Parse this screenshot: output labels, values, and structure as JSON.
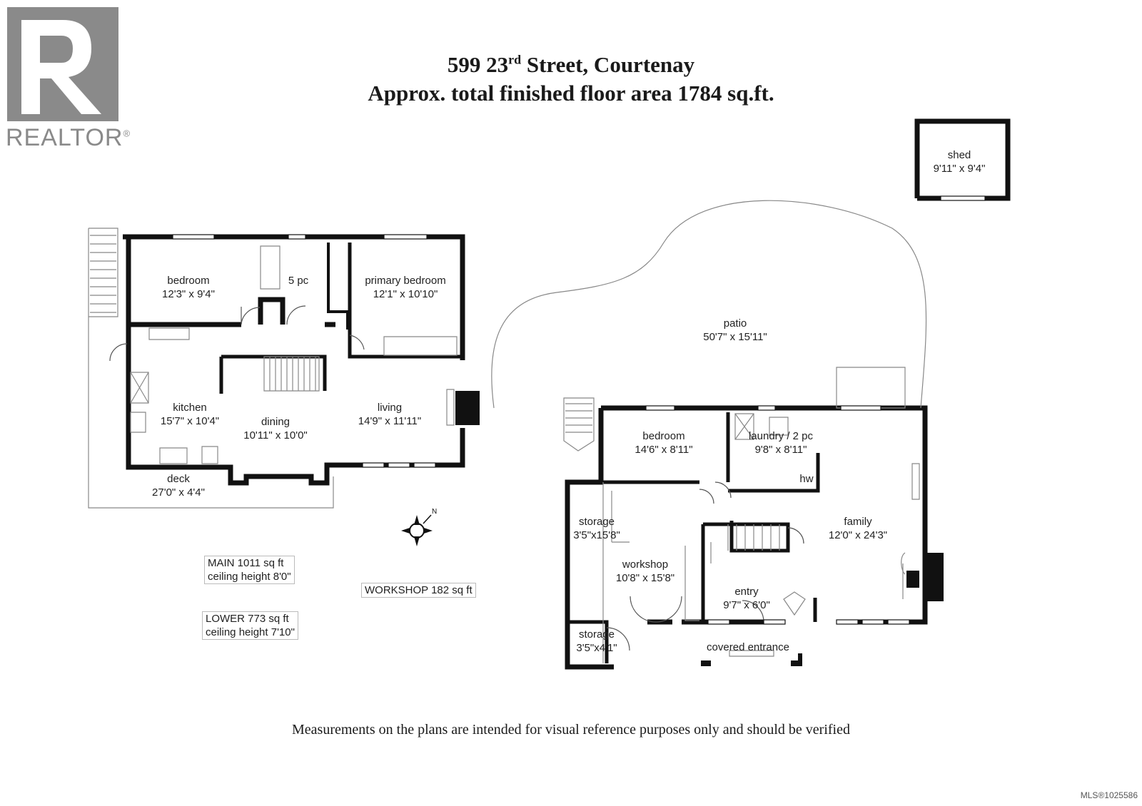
{
  "logo": {
    "word": "REALTOR",
    "mark": "®"
  },
  "title": {
    "line1_pre": "599 23",
    "line1_sup": "rd",
    "line1_post": " Street, Courtenay",
    "line2": "Approx. total finished floor area 1784 sq.ft."
  },
  "rooms": {
    "bedroom_main": {
      "name": "bedroom",
      "dims": "12'3\" x 9'4\""
    },
    "bath_5pc": {
      "name": "5 pc"
    },
    "primary_bedroom": {
      "name": "primary bedroom",
      "dims": "12'1\" x 10'10\""
    },
    "kitchen": {
      "name": "kitchen",
      "dims": "15'7\" x 10'4\""
    },
    "dining": {
      "name": "dining",
      "dims": "10'11\" x 10'0\""
    },
    "living": {
      "name": "living",
      "dims": "14'9\" x 11'11\""
    },
    "deck": {
      "name": "deck",
      "dims": "27'0\" x 4'4\""
    },
    "patio": {
      "name": "patio",
      "dims": "50'7\" x 15'11\""
    },
    "shed": {
      "name": "shed",
      "dims": "9'11\" x 9'4\""
    },
    "bedroom_lower": {
      "name": "bedroom",
      "dims": "14'6\" x 8'11\""
    },
    "laundry": {
      "name": "laundry / 2 pc",
      "dims": "9'8\" x 8'11\""
    },
    "hw": {
      "name": "hw"
    },
    "family": {
      "name": "family",
      "dims": "12'0\" x 24'3\""
    },
    "storage1": {
      "name": "storage",
      "dims": "3'5\"x15'8\""
    },
    "workshop": {
      "name": "workshop",
      "dims": "10'8\" x 15'8\""
    },
    "entry": {
      "name": "entry",
      "dims": "9'7\" x 6'0\""
    },
    "storage2": {
      "name": "storage",
      "dims": "3'5\"x4'1\""
    },
    "covered": {
      "name": "covered entrance"
    }
  },
  "areas": {
    "main": {
      "line1": "MAIN  1011 sq ft",
      "line2": "ceiling height 8'0\""
    },
    "lower": {
      "line1": "LOWER  773 sq ft",
      "line2": "ceiling height 7'10\""
    },
    "workshop": {
      "line1": "WORKSHOP   182 sq ft"
    }
  },
  "compass": {
    "letter": "N"
  },
  "footnote": "Measurements on the plans are intended for visual reference purposes only and should be verified",
  "mls": "MLS®1025586",
  "colors": {
    "wall": "#111111",
    "thin": "#888888",
    "logo": "#8a8a8a"
  }
}
